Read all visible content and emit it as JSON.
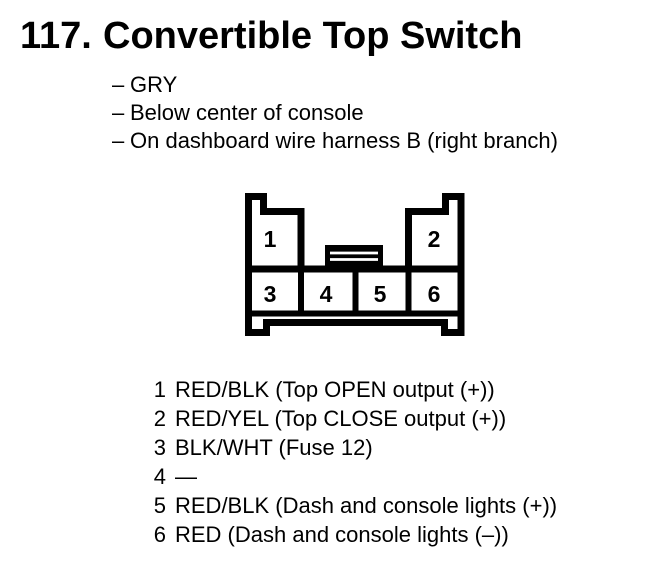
{
  "header": {
    "number": "117.",
    "title": "Convertible Top Switch"
  },
  "notes": [
    {
      "bullet": "–",
      "text": "GRY"
    },
    {
      "bullet": "–",
      "text": "Below center of console"
    },
    {
      "bullet": "–",
      "text": "On dashboard wire harness B (right branch)"
    }
  ],
  "connector": {
    "pins": [
      {
        "number": "1"
      },
      {
        "number": "2"
      },
      {
        "number": "3"
      },
      {
        "number": "4"
      },
      {
        "number": "5"
      },
      {
        "number": "6"
      }
    ]
  },
  "pin_list": [
    {
      "pin": "1",
      "desc": "RED/BLK (Top OPEN output (+))"
    },
    {
      "pin": "2",
      "desc": "RED/YEL (Top CLOSE output (+))"
    },
    {
      "pin": "3",
      "desc": "BLK/WHT (Fuse 12)"
    },
    {
      "pin": "4",
      "desc": "—"
    },
    {
      "pin": "5",
      "desc": "RED/BLK (Dash and console lights (+))"
    },
    {
      "pin": "6",
      "desc": "RED (Dash and console lights (–))"
    }
  ],
  "colors": {
    "ink": "#000000",
    "paper": "#ffffff"
  }
}
